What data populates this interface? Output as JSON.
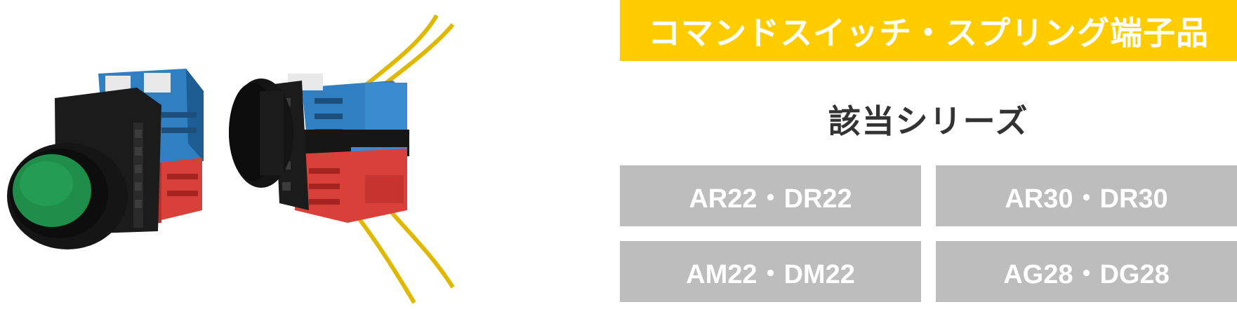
{
  "header": {
    "title": "コマンドスイッチ・スプリング端子品"
  },
  "section": {
    "heading": "該当シリーズ"
  },
  "series": [
    {
      "label": "AR22・DR22"
    },
    {
      "label": "AR30・DR30"
    },
    {
      "label": "AM22・DM22"
    },
    {
      "label": "AG28・DG28"
    }
  ],
  "colors": {
    "accent": "#ffcc00",
    "button_bg": "#bdbdbd",
    "heading_text": "#333333",
    "button_text": "#ffffff"
  },
  "image": {
    "icon_names": [
      "green-pushbutton-switch-icon",
      "wired-switch-assembly-icon"
    ]
  }
}
